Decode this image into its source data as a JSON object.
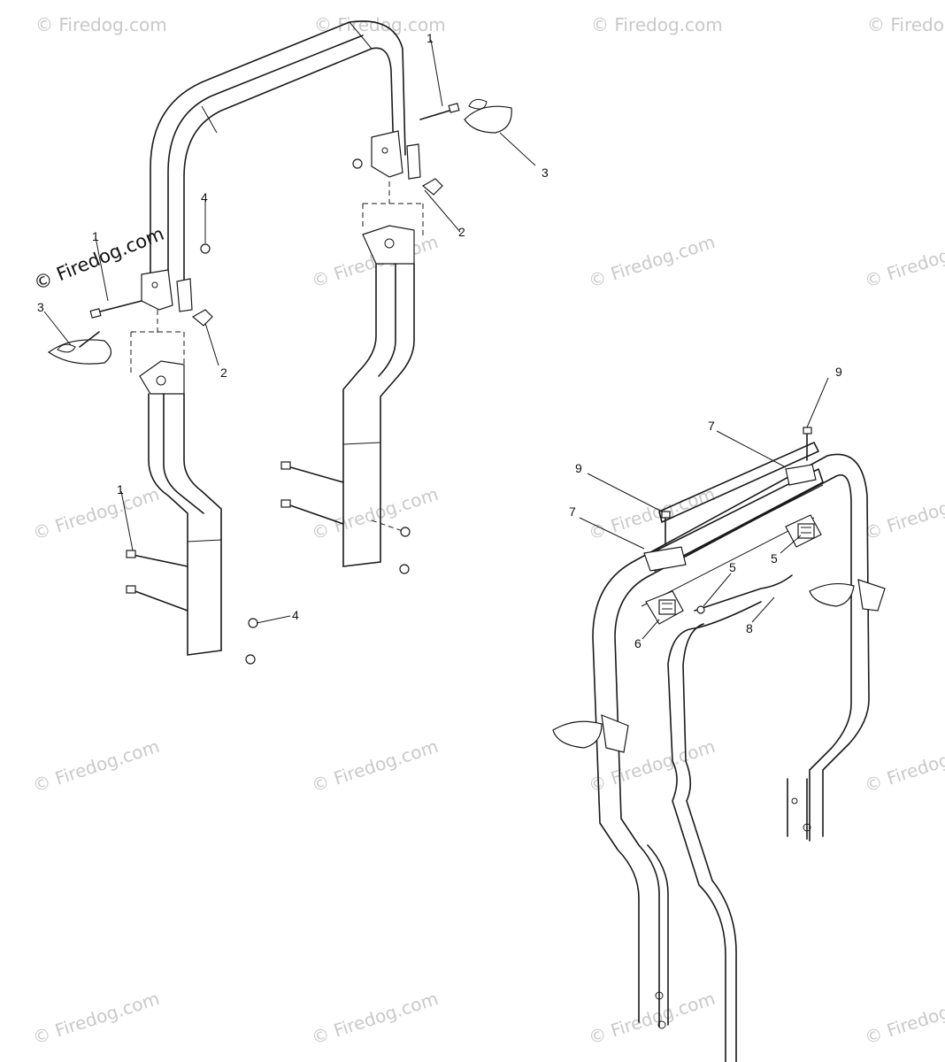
{
  "watermark": {
    "main": "© Firedog.com",
    "faint": "© Firedog.com"
  },
  "callouts": {
    "c1a": "1",
    "c1b": "1",
    "c1c": "1",
    "c2a": "2",
    "c2b": "2",
    "c3a": "3",
    "c3b": "3",
    "c4a": "4",
    "c4b": "4",
    "c5a": "5",
    "c5b": "5",
    "c6": "6",
    "c7a": "7",
    "c7b": "7",
    "c8": "8",
    "c9a": "9",
    "c9b": "9"
  }
}
